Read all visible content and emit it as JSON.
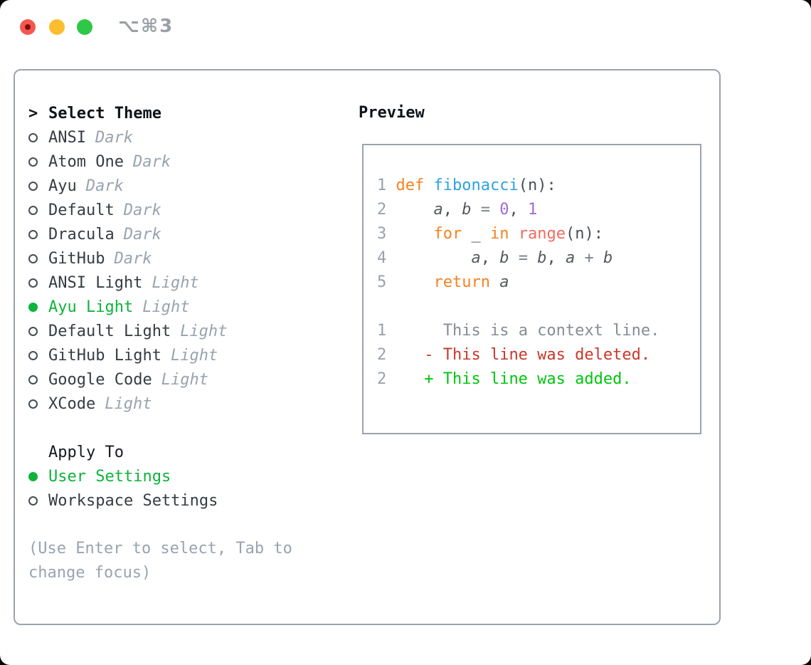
{
  "window": {
    "title": "⌥⌘3",
    "traffic_lights": {
      "red": "#f4574e",
      "yellow": "#fcbe2f",
      "green": "#2fc748"
    }
  },
  "colors": {
    "selection_green": "#0db33a",
    "added_green": "#00c50f",
    "deleted_red": "#c8382b",
    "dim_gray": "#99a3af",
    "border_gray": "#9ba3ad"
  },
  "theme_panel": {
    "prompt": ">",
    "header": "Select Theme",
    "items": [
      {
        "name": "ANSI",
        "tag": "Dark",
        "selected": false
      },
      {
        "name": "Atom One",
        "tag": "Dark",
        "selected": false
      },
      {
        "name": "Ayu",
        "tag": "Dark",
        "selected": false
      },
      {
        "name": "Default",
        "tag": "Dark",
        "selected": false
      },
      {
        "name": "Dracula",
        "tag": "Dark",
        "selected": false
      },
      {
        "name": "GitHub",
        "tag": "Dark",
        "selected": false
      },
      {
        "name": "ANSI Light",
        "tag": "Light",
        "selected": false
      },
      {
        "name": "Ayu Light",
        "tag": "Light",
        "selected": true
      },
      {
        "name": "Default Light",
        "tag": "Light",
        "selected": false
      },
      {
        "name": "GitHub Light",
        "tag": "Light",
        "selected": false
      },
      {
        "name": "Google Code",
        "tag": "Light",
        "selected": false
      },
      {
        "name": "XCode",
        "tag": "Light",
        "selected": false
      }
    ],
    "apply_to": {
      "header": "Apply To",
      "options": [
        {
          "name": "User Settings",
          "selected": true
        },
        {
          "name": "Workspace Settings",
          "selected": false
        }
      ]
    },
    "hint_lines": [
      "(Use Enter to select, Tab to",
      "change focus)"
    ]
  },
  "preview": {
    "header": "Preview",
    "lines": [
      [
        {
          "t": "1",
          "c": "num"
        },
        {
          "t": " ",
          "c": "plain"
        },
        {
          "t": "def",
          "c": "kw"
        },
        {
          "t": " ",
          "c": "plain"
        },
        {
          "t": "fibonacci",
          "c": "fn"
        },
        {
          "t": "(n):",
          "c": "plain"
        }
      ],
      [
        {
          "t": "2",
          "c": "num"
        },
        {
          "t": "     ",
          "c": "plain"
        },
        {
          "t": "a",
          "c": "var"
        },
        {
          "t": ", ",
          "c": "plain"
        },
        {
          "t": "b",
          "c": "var"
        },
        {
          "t": " ",
          "c": "plain"
        },
        {
          "t": "=",
          "c": "op"
        },
        {
          "t": " ",
          "c": "plain"
        },
        {
          "t": "0",
          "c": "lit"
        },
        {
          "t": ", ",
          "c": "plain"
        },
        {
          "t": "1",
          "c": "lit"
        }
      ],
      [
        {
          "t": "3",
          "c": "num"
        },
        {
          "t": "     ",
          "c": "plain"
        },
        {
          "t": "for",
          "c": "kw"
        },
        {
          "t": " _ ",
          "c": "plain"
        },
        {
          "t": "in",
          "c": "kw"
        },
        {
          "t": " ",
          "c": "plain"
        },
        {
          "t": "range",
          "c": "bi"
        },
        {
          "t": "(n):",
          "c": "plain"
        }
      ],
      [
        {
          "t": "4",
          "c": "num"
        },
        {
          "t": "         ",
          "c": "plain"
        },
        {
          "t": "a",
          "c": "var"
        },
        {
          "t": ", ",
          "c": "plain"
        },
        {
          "t": "b",
          "c": "var"
        },
        {
          "t": " ",
          "c": "plain"
        },
        {
          "t": "=",
          "c": "op"
        },
        {
          "t": " ",
          "c": "plain"
        },
        {
          "t": "b",
          "c": "var"
        },
        {
          "t": ", ",
          "c": "plain"
        },
        {
          "t": "a",
          "c": "var"
        },
        {
          "t": " ",
          "c": "plain"
        },
        {
          "t": "+",
          "c": "op"
        },
        {
          "t": " ",
          "c": "plain"
        },
        {
          "t": "b",
          "c": "var"
        }
      ],
      [
        {
          "t": "5",
          "c": "num"
        },
        {
          "t": "     ",
          "c": "plain"
        },
        {
          "t": "return",
          "c": "kw"
        },
        {
          "t": " ",
          "c": "plain"
        },
        {
          "t": "a",
          "c": "var"
        }
      ],
      [],
      [
        {
          "t": "1",
          "c": "num"
        },
        {
          "t": "      ",
          "c": "plain"
        },
        {
          "t": "This is a context line.",
          "c": "ctx"
        }
      ],
      [
        {
          "t": "2",
          "c": "num"
        },
        {
          "t": "    ",
          "c": "plain"
        },
        {
          "t": "- This line was deleted.",
          "c": "del"
        }
      ],
      [
        {
          "t": "2",
          "c": "num"
        },
        {
          "t": "    ",
          "c": "plain"
        },
        {
          "t": "+ This line was added.",
          "c": "add"
        }
      ]
    ]
  }
}
